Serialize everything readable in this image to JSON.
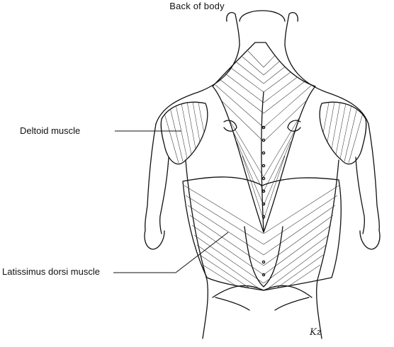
{
  "figure": {
    "title": "Back of body",
    "signature": "Kz"
  },
  "labels": [
    {
      "id": "deltoid",
      "text": "Deltoid muscle"
    },
    {
      "id": "latissimus",
      "text": "Latissimus dorsi muscle"
    }
  ],
  "colors": {
    "ink": "#111111",
    "background": "#ffffff"
  }
}
